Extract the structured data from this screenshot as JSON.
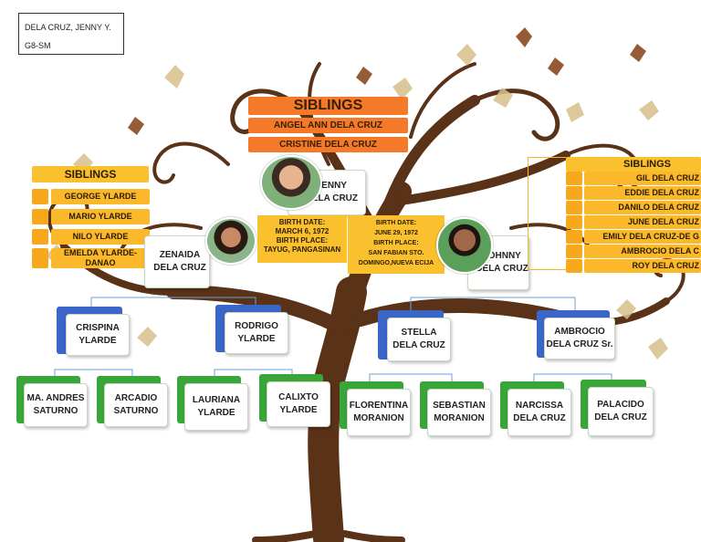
{
  "student": {
    "name": "DELA CRUZ, JENNY Y.",
    "section": "G8-SM"
  },
  "center": {
    "heading": "SIBLINGS",
    "siblings": [
      "ANGEL ANN DELA CRUZ",
      "CRISTINE DELA CRUZ"
    ],
    "name": "JENNY\nDELA CRUZ"
  },
  "mother": {
    "name": "ZENAIDA\nDELA CRUZ",
    "birth_date_label": "BIRTH DATE:",
    "birth_date": "MARCH 6, 1972",
    "birth_place_label": "BIRTH PLACE:",
    "birth_place": "TAYUG, PANGASINAN",
    "siblings_heading": "SIBLINGS",
    "siblings": [
      "GEORGE YLARDE",
      "MARIO YLARDE",
      "NILO YLARDE",
      "EMELDA YLARDE-DANAO"
    ]
  },
  "father": {
    "name": "JOHNNY\nDELA CRUZ",
    "birth_date_label": "BIRTH DATE:",
    "birth_date": "JUNE 29, 1972",
    "birth_place_label": "BIRTH PLACE:",
    "birth_place": "SAN FABIAN STO. DOMINGO,NUEVA ECIJA",
    "siblings_heading": "SIBLINGS",
    "siblings": [
      "GIL DELA CRUZ",
      "EDDIE DELA CRUZ",
      "DANILO DELA CRUZ",
      "JUNE DELA CRUZ",
      "EMILY DELA CRUZ-DE G",
      "AMBROCIO DELA C",
      "ROY DELA CRUZ"
    ]
  },
  "grandparents": [
    "CRISPINA\nYLARDE",
    "RODRIGO\nYLARDE",
    "STELLA\nDELA CRUZ",
    "AMBROCIO\nDELA CRUZ Sr."
  ],
  "great_grandparents": [
    "MA. ANDRES\nSATURNO",
    "ARCADIO\nSATURNO",
    "LAURIANA\nYLARDE",
    "CALIXTO\nYLARDE",
    "FLORENTINA\nMORANION",
    "SEBASTIAN\nMORANION",
    "NARCISSA\nDELA CRUZ",
    "PALACIDO\nDELA CRUZ"
  ],
  "colors": {
    "orange": "#f47a2a",
    "yellow": "#fbc02d",
    "blue": "#3a66c8",
    "green": "#3aa63a",
    "trunk": "#5a3218"
  }
}
